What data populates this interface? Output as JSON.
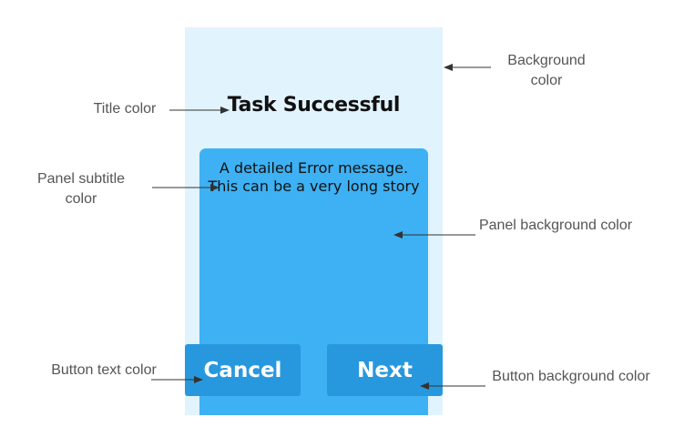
{
  "screen": {
    "title": "Task Successful",
    "panel_subtitle": "A detailed Error message. This can be a very long story",
    "buttons": {
      "cancel_label": "Cancel",
      "next_label": "Next"
    },
    "colors": {
      "background": "#e1f3fd",
      "panel_background": "#3db1f3",
      "button_background": "#2898de",
      "button_text": "#ffffff",
      "title": "#111111",
      "panel_subtitle": "#111111"
    }
  },
  "annotations": {
    "background_color": "Background color",
    "title_color": "Title color",
    "panel_subtitle_color": "Panel subtitle color",
    "panel_background_color": "Panel background color",
    "button_text_color": "Button text color",
    "button_background_color": "Button background color"
  }
}
